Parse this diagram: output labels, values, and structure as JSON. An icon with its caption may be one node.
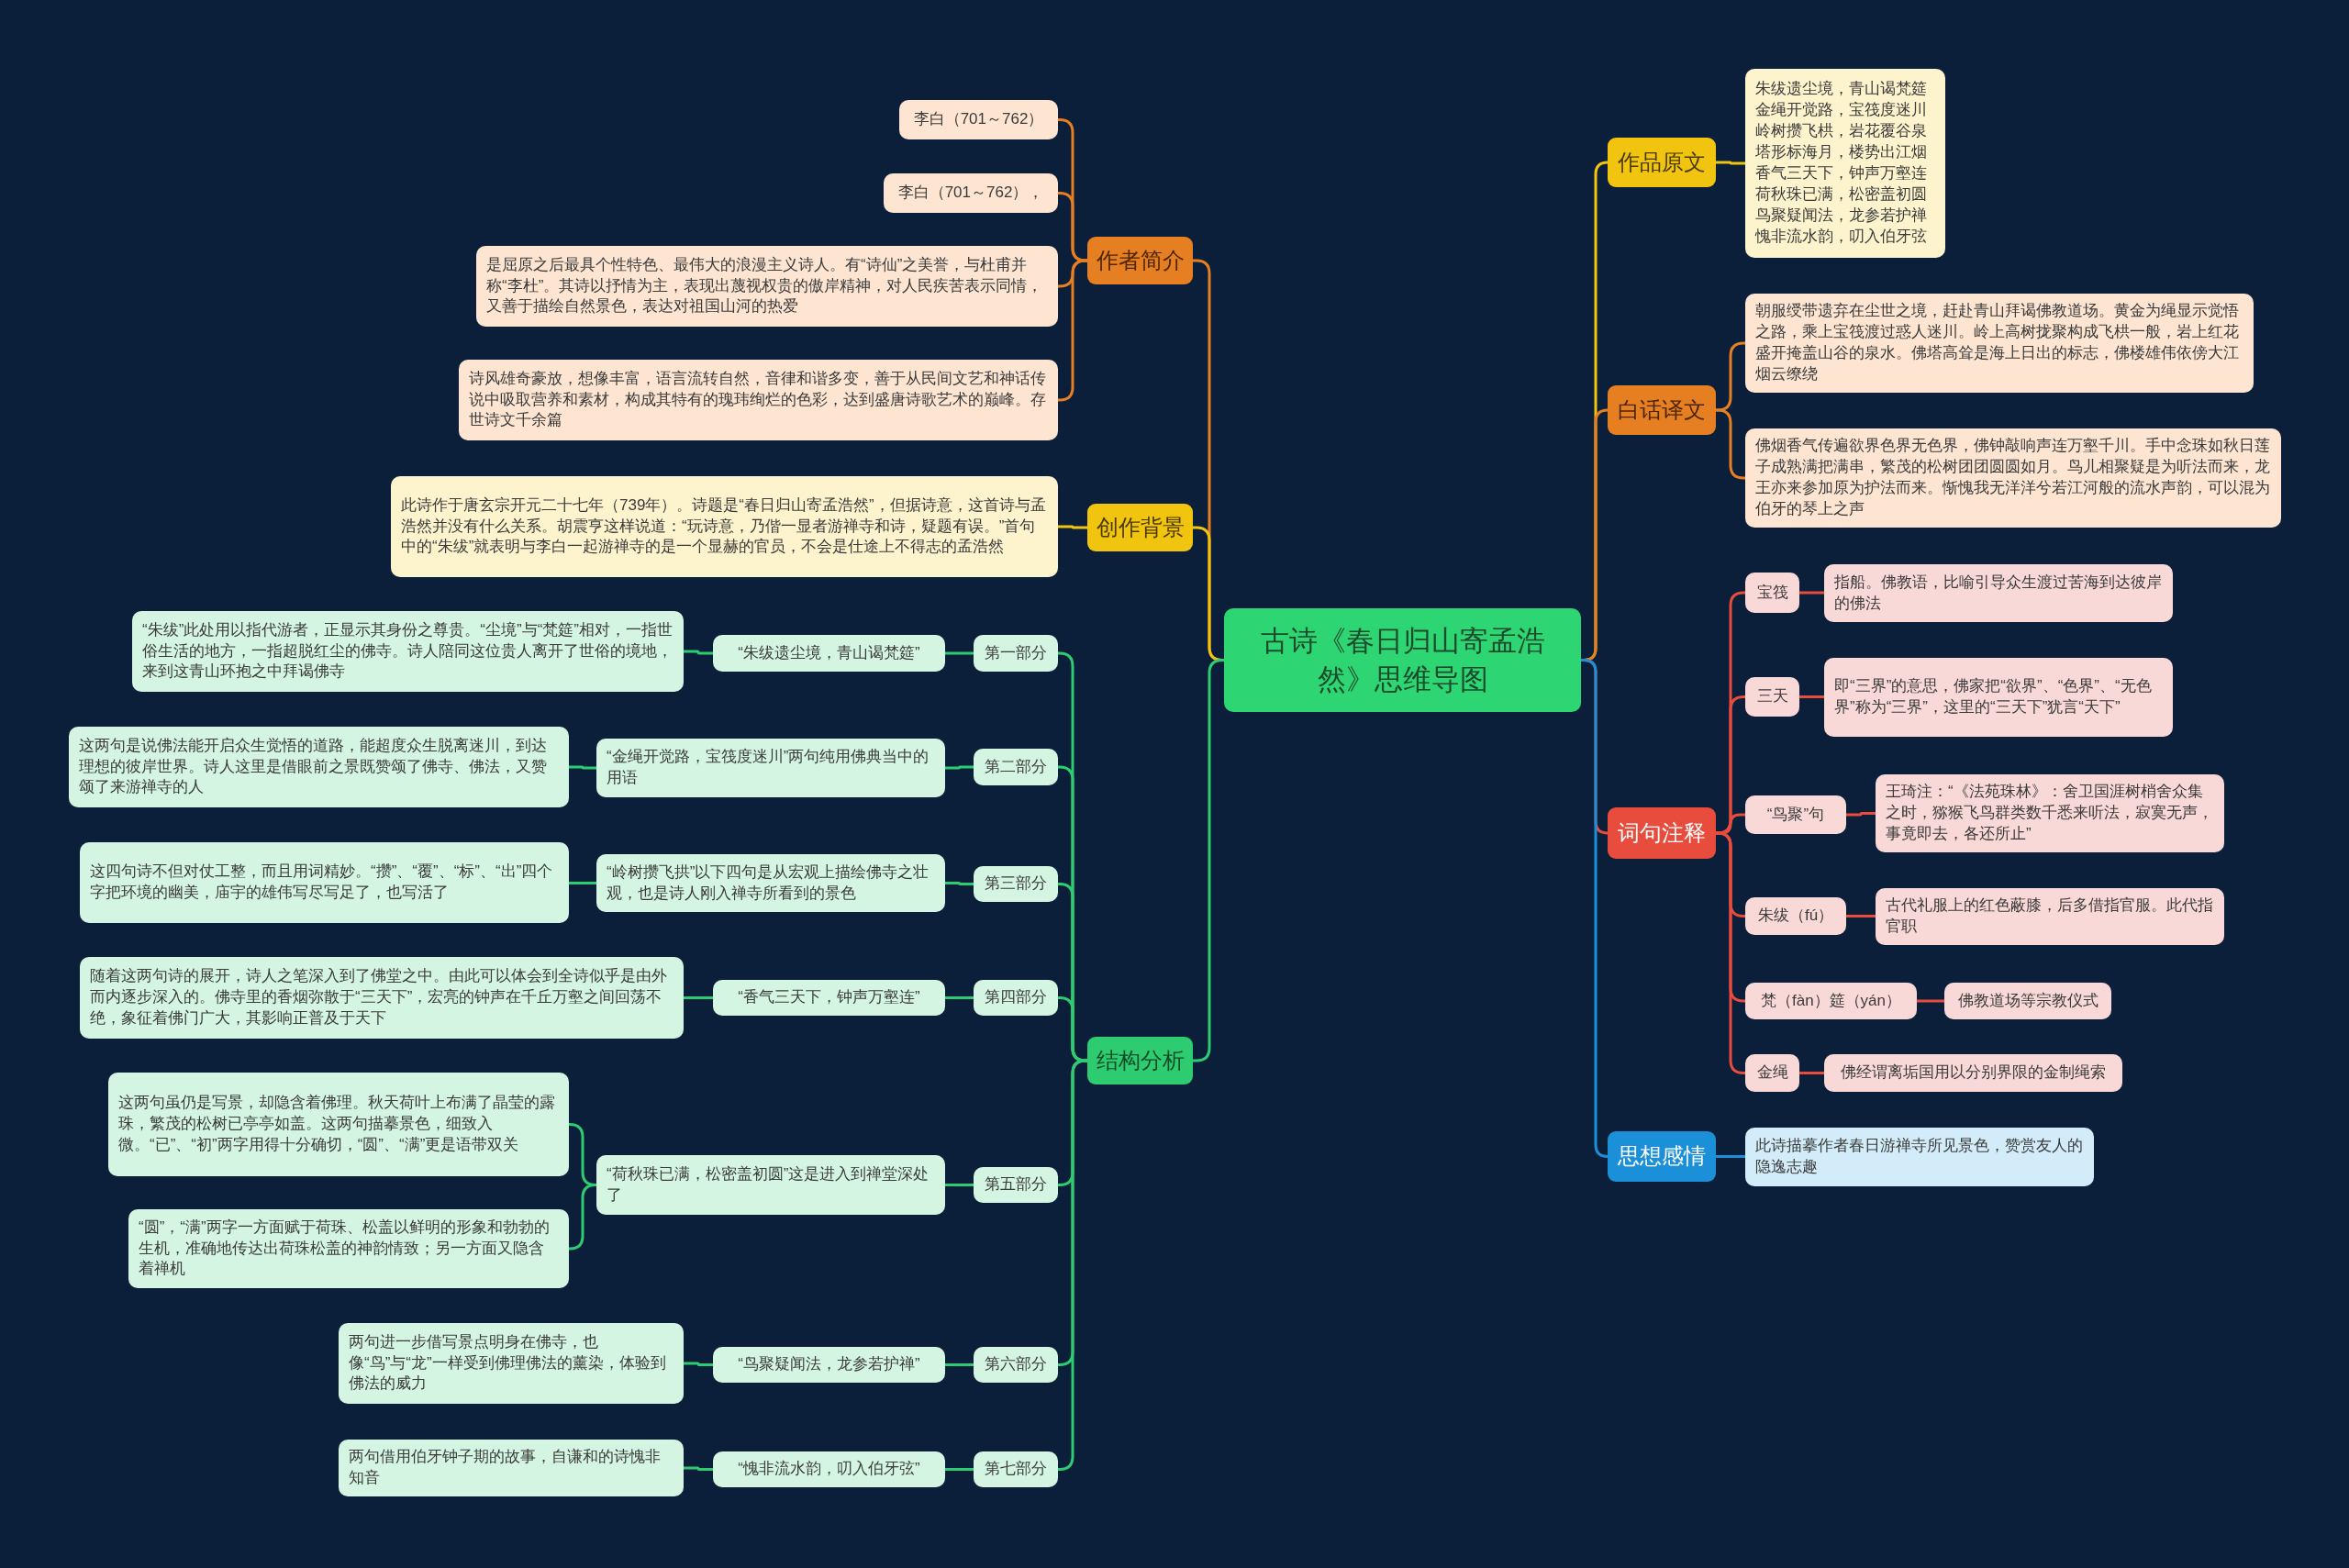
{
  "diagram": {
    "nodes": [
      {
        "text": [
          "古诗《春日归山寄孟浩然》思维导图"
        ]
      },
      {
        "text": [
          "作者简介"
        ]
      },
      {
        "text": [
          "李白（701～762）"
        ]
      },
      {
        "text": [
          "李白（701～762），"
        ]
      },
      {
        "text": [
          "是屈原之后最具个性特色、最伟大的浪漫主义诗人。有“诗仙”之美誉，与杜甫并称“李杜”。其诗以抒情为主，表现出蔑视权贵的傲岸精神，对人民疾苦表示同情，又善于描绘自然景色，表达对祖国山河的热爱"
        ]
      },
      {
        "text": [
          "诗风雄奇豪放，想像丰富，语言流转自然，音律和谐多变，善于从民间文艺和神话传说中吸取营养和素材，构成其特有的瑰玮绚烂的色彩，达到盛唐诗歌艺术的巅峰。存世诗文千余篇"
        ]
      },
      {
        "text": [
          "创作背景"
        ]
      },
      {
        "text": [
          "此诗作于唐玄宗开元二十七年（739年）。诗题是“春日归山寄孟浩然”，但据诗意，这首诗与孟浩然并没有什么关系。胡震亨这样说道：“玩诗意，乃偕一显者游禅寺和诗，疑题有误。”首句中的“朱绂”就表明与李白一起游禅寺的是一个显赫的官员，不会是仕途上不得志的孟浩然"
        ]
      },
      {
        "text": [
          "结构分析"
        ]
      },
      {
        "text": [
          "第一部分"
        ]
      },
      {
        "text": [
          "“朱绂遗尘境，青山谒梵筵”"
        ]
      },
      {
        "text": [
          "“朱绂”此处用以指代游者，正显示其身份之尊贵。“尘境”与“梵筵”相对，一指世俗生活的地方，一指超脱红尘的佛寺。诗人陪同这位贵人离开了世俗的境地，来到这青山环抱之中拜谒佛寺"
        ]
      },
      {
        "text": [
          "第二部分"
        ]
      },
      {
        "text": [
          "“金绳开觉路，宝筏度迷川”两句纯用佛典当中的用语"
        ]
      },
      {
        "text": [
          "这两句是说佛法能开启众生觉悟的道路，能超度众生脱离迷川，到达理想的彼岸世界。诗人这里是借眼前之景既赞颂了佛寺、佛法，又赞颂了来游禅寺的人"
        ]
      },
      {
        "text": [
          "第三部分"
        ]
      },
      {
        "text": [
          "“岭树攒飞拱”以下四句是从宏观上描绘佛寺之壮观，也是诗人刚入禅寺所看到的景色"
        ]
      },
      {
        "text": [
          "这四句诗不但对仗工整，而且用词精妙。“攒”、“覆”、“标”、“出”四个字把环境的幽美，庙宇的雄伟写尽写足了，也写活了"
        ]
      },
      {
        "text": [
          "第四部分"
        ]
      },
      {
        "text": [
          "“香气三天下，钟声万壑连”"
        ]
      },
      {
        "text": [
          "随着这两句诗的展开，诗人之笔深入到了佛堂之中。由此可以体会到全诗似乎是由外而内逐步深入的。佛寺里的香烟弥散于“三天下”，宏亮的钟声在千丘万壑之间回荡不绝，象征着佛门广大，其影响正普及于天下"
        ]
      },
      {
        "text": [
          "第五部分"
        ]
      },
      {
        "text": [
          "“荷秋珠已满，松密盖初圆”这是进入到禅堂深处了"
        ]
      },
      {
        "text": [
          "这两句虽仍是写景，却隐含着佛理。秋天荷叶上布满了晶莹的露珠，繁茂的松树已亭亭如盖。这两句描摹景色，细致入微。“已”、“初”两字用得十分确切，“圆”、“满”更是语带双关"
        ]
      },
      {
        "text": [
          "“圆”，“满”两字一方面赋于荷珠、松盖以鲜明的形象和勃勃的生机，准确地传达出荷珠松盖的神韵情致；另一方面又隐含着禅机"
        ]
      },
      {
        "text": [
          "第六部分"
        ]
      },
      {
        "text": [
          "“鸟聚疑闻法，龙参若护禅”"
        ]
      },
      {
        "text": [
          "两句进一步借写景点明身在佛寺，也像“鸟”与“龙”一样受到佛理佛法的薰染，体验到佛法的威力"
        ]
      },
      {
        "text": [
          "第七部分"
        ]
      },
      {
        "text": [
          "“愧非流水韵，叨入伯牙弦”"
        ]
      },
      {
        "text": [
          "两句借用伯牙钟子期的故事，自谦和的诗愧非知音"
        ]
      },
      {
        "text": [
          "作品原文"
        ]
      },
      {
        "text": [
          "朱绂遗尘境，青山谒梵筵金绳开觉路，宝筏度迷川岭树攒飞栱，岩花覆谷泉塔形标海月，楼势出江烟香气三天下，钟声万壑连荷秋珠已满，松密盖初圆鸟聚疑闻法，龙参若护禅愧非流水韵，叨入伯牙弦"
        ]
      },
      {
        "text": [
          "白话译文"
        ]
      },
      {
        "text": [
          "朝服绶带遗弃在尘世之境，赶赴青山拜谒佛教道场。黄金为绳显示觉悟之路，乘上宝筏渡过惑人迷川。岭上高树拢聚构成飞栱一般，岩上红花盛开掩盖山谷的泉水。佛塔高耸是海上日出的标志，佛楼雄伟依傍大江烟云缭绕"
        ]
      },
      {
        "text": [
          "佛烟香气传遍欲界色界无色界，佛钟敲响声连万壑千川。手中念珠如秋日莲子成熟满把满串，繁茂的松树团团圆圆如月。鸟儿相聚疑是为听法而来，龙王亦来参加原为护法而来。惭愧我无洋洋兮若江河般的流水声韵，可以混为伯牙的琴上之声"
        ]
      },
      {
        "text": [
          "词句注释"
        ]
      },
      {
        "text": [
          "宝筏"
        ]
      },
      {
        "text": [
          "指船。佛教语，比喻引导众生渡过苦海到达彼岸的佛法"
        ]
      },
      {
        "text": [
          "三天"
        ]
      },
      {
        "text": [
          "即“三界”的意思，佛家把“欲界”、“色界”、“无色界”称为“三界”，这里的“三天下”犹言“天下”"
        ]
      },
      {
        "text": [
          "“鸟聚”句"
        ]
      },
      {
        "text": [
          "王琦注：“《法苑珠林》：舍卫国涯树梢舍众集之时，猕猴飞鸟群类数千悉来听法，寂寞无声，事竟即去，各还所止”"
        ]
      },
      {
        "text": [
          "朱绂（fú）"
        ]
      },
      {
        "text": [
          "古代礼服上的红色蔽膝，后多借指官服。此代指官职"
        ]
      },
      {
        "text": [
          "梵（fàn）筵（yán）"
        ]
      },
      {
        "text": [
          "佛教道场等宗教仪式"
        ]
      },
      {
        "text": [
          "金绳"
        ]
      },
      {
        "text": [
          "佛经谓离垢国用以分别界限的金制绳索"
        ]
      },
      {
        "text": [
          "思想感情"
        ]
      },
      {
        "text": [
          "此诗描摹作者春日游禅寺所见景色，赞赏友人的隐逸志趣"
        ]
      }
    ],
    "edges": [
      {
        "from": 0,
        "to": 1,
        "arrow": "none",
        "color": "#e67e22"
      },
      {
        "from": 1,
        "to": 2,
        "arrow": "none",
        "color": "#e67e22"
      },
      {
        "from": 1,
        "to": 3,
        "arrow": "none",
        "color": "#e67e22"
      },
      {
        "from": 1,
        "to": 4,
        "arrow": "none",
        "color": "#e67e22"
      },
      {
        "from": 1,
        "to": 5,
        "arrow": "none",
        "color": "#e67e22"
      },
      {
        "from": 0,
        "to": 6,
        "arrow": "none",
        "color": "#f1c40f"
      },
      {
        "from": 6,
        "to": 7,
        "arrow": "none",
        "color": "#f1c40f"
      },
      {
        "from": 0,
        "to": 8,
        "arrow": "none"
      },
      {
        "from": 8,
        "to": 9,
        "arrow": "none"
      },
      {
        "from": 9,
        "to": 10,
        "arrow": "none"
      },
      {
        "from": 10,
        "to": 11,
        "arrow": "none"
      },
      {
        "from": 8,
        "to": 12,
        "arrow": "none"
      },
      {
        "from": 12,
        "to": 13,
        "arrow": "none"
      },
      {
        "from": 13,
        "to": 14,
        "arrow": "none"
      },
      {
        "from": 8,
        "to": 15,
        "arrow": "none"
      },
      {
        "from": 15,
        "to": 16,
        "arrow": "none"
      },
      {
        "from": 16,
        "to": 17,
        "arrow": "none"
      },
      {
        "from": 8,
        "to": 18,
        "arrow": "none"
      },
      {
        "from": 18,
        "to": 19,
        "arrow": "none"
      },
      {
        "from": 19,
        "to": 20,
        "arrow": "none"
      },
      {
        "from": 8,
        "to": 21,
        "arrow": "none"
      },
      {
        "from": 21,
        "to": 22,
        "arrow": "none"
      },
      {
        "from": 22,
        "to": 23,
        "arrow": "none"
      },
      {
        "from": 22,
        "to": 24,
        "arrow": "none"
      },
      {
        "from": 8,
        "to": 25,
        "arrow": "none"
      },
      {
        "from": 25,
        "to": 26,
        "arrow": "none"
      },
      {
        "from": 26,
        "to": 27,
        "arrow": "none"
      },
      {
        "from": 8,
        "to": 28,
        "arrow": "none"
      },
      {
        "from": 28,
        "to": 29,
        "arrow": "none"
      },
      {
        "from": 29,
        "to": 30,
        "arrow": "none"
      },
      {
        "from": 0,
        "to": 31,
        "arrow": "none",
        "color": "#f1c40f"
      },
      {
        "from": 31,
        "to": 32,
        "arrow": "none",
        "color": "#f1c40f"
      },
      {
        "from": 0,
        "to": 33,
        "arrow": "none",
        "color": "#e67e22"
      },
      {
        "from": 33,
        "to": 34,
        "arrow": "none",
        "color": "#e67e22"
      },
      {
        "from": 33,
        "to": 35,
        "arrow": "none",
        "color": "#e67e22"
      },
      {
        "from": 0,
        "to": 36,
        "arrow": "none",
        "color": "#e74c3c"
      },
      {
        "from": 36,
        "to": 37,
        "arrow": "none",
        "color": "#e74c3c"
      },
      {
        "from": 37,
        "to": 38,
        "arrow": "none",
        "color": "#e74c3c"
      },
      {
        "from": 36,
        "to": 39,
        "arrow": "none",
        "color": "#e74c3c"
      },
      {
        "from": 39,
        "to": 40,
        "arrow": "none",
        "color": "#e74c3c"
      },
      {
        "from": 36,
        "to": 41,
        "arrow": "none",
        "color": "#e74c3c"
      },
      {
        "from": 41,
        "to": 42,
        "arrow": "none",
        "color": "#e74c3c"
      },
      {
        "from": 36,
        "to": 43,
        "arrow": "none",
        "color": "#e74c3c"
      },
      {
        "from": 43,
        "to": 44,
        "arrow": "none",
        "color": "#e74c3c"
      },
      {
        "from": 36,
        "to": 45,
        "arrow": "none",
        "color": "#e74c3c"
      },
      {
        "from": 45,
        "to": 46,
        "arrow": "none",
        "color": "#e74c3c"
      },
      {
        "from": 36,
        "to": 47,
        "arrow": "none",
        "color": "#e74c3c"
      },
      {
        "from": 47,
        "to": 48,
        "arrow": "none",
        "color": "#e74c3c"
      },
      {
        "from": 0,
        "to": 49,
        "arrow": "none",
        "color": "#1b8fd8"
      },
      {
        "from": 49,
        "to": 50,
        "arrow": "none",
        "color": "#1b8fd8"
      }
    ]
  }
}
